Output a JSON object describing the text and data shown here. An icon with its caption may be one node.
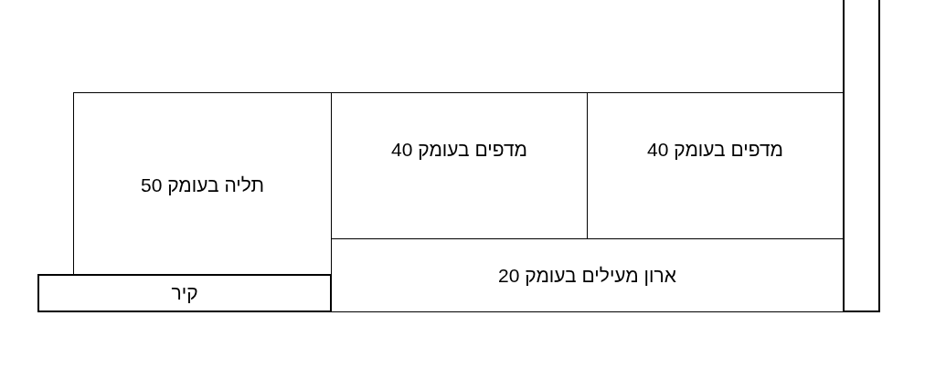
{
  "diagram": {
    "nodes": [
      {
        "text": [
          "מדפים בעומק 40"
        ]
      },
      {
        "text": [
          "מדפים בעומק 40"
        ]
      },
      {
        "text": [
          "תליה בעומק 50"
        ]
      },
      {
        "text": [
          "ארון מעילים בעומק 20"
        ]
      },
      {
        "text": [
          "קיר"
        ]
      },
      {
        "text": [],
        "shape": "bar"
      }
    ],
    "edges": []
  }
}
